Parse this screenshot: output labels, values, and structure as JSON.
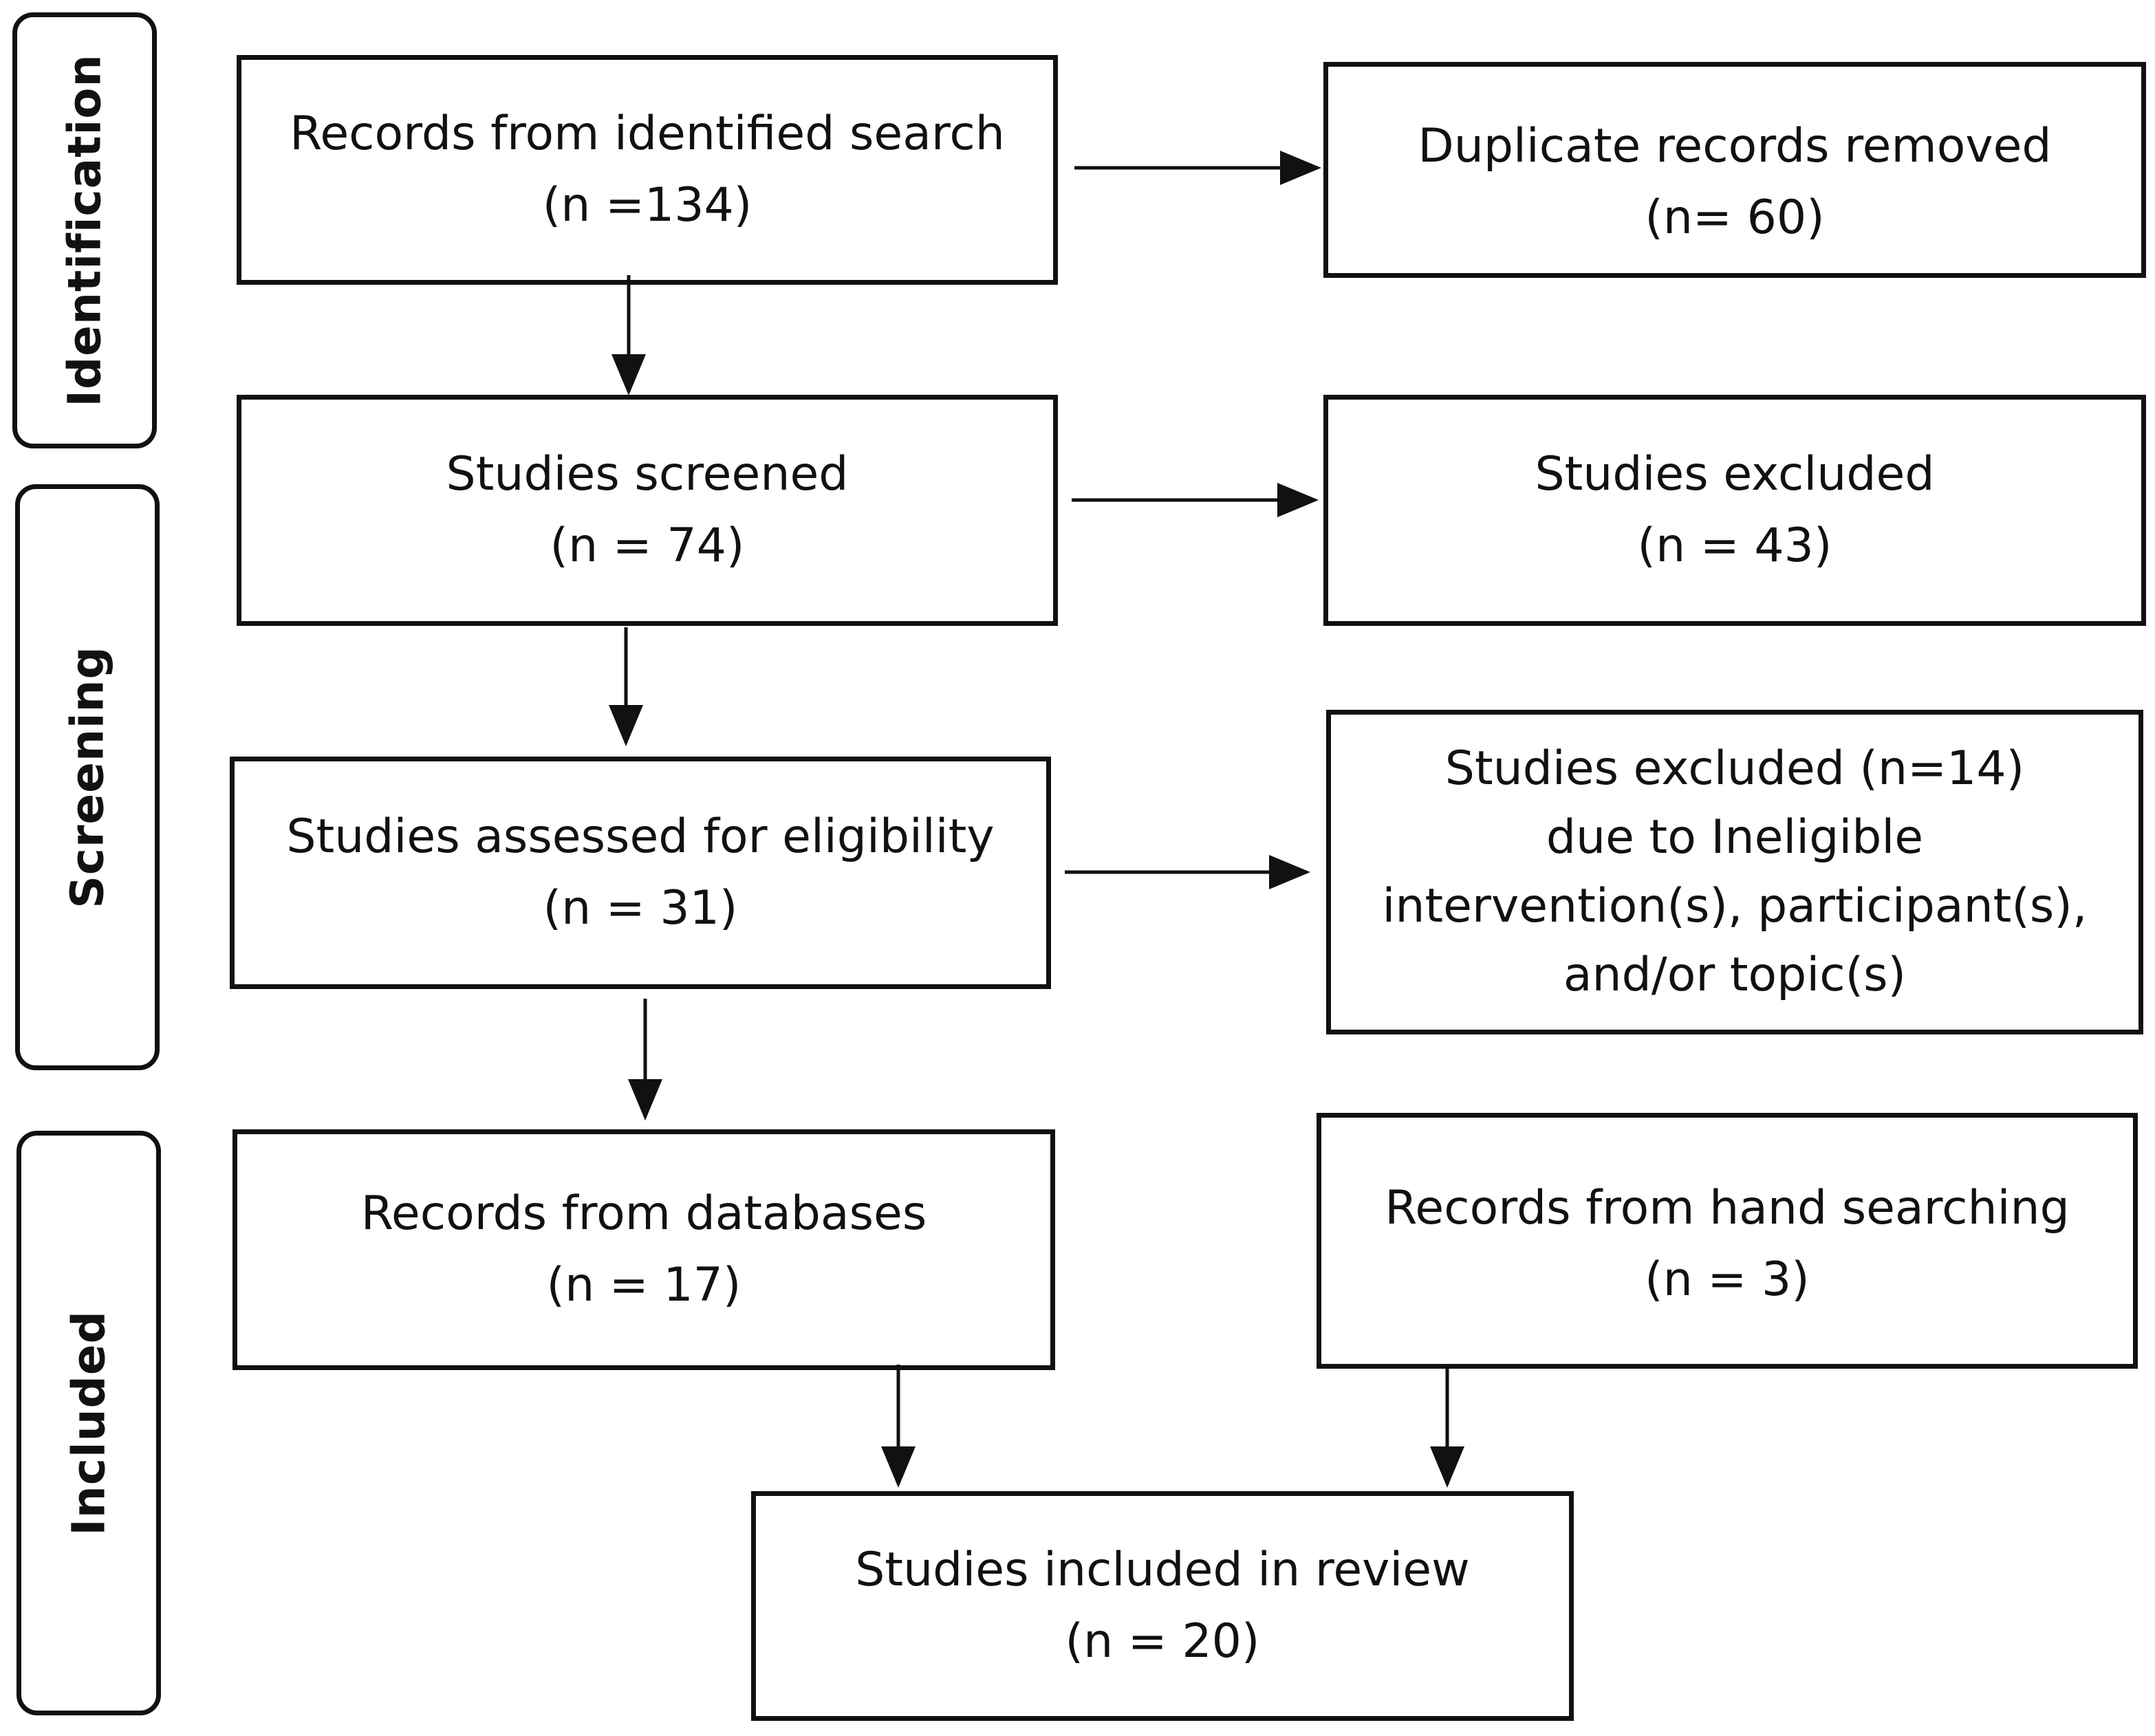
{
  "phases": {
    "identification": "Identification",
    "screening": "Screening",
    "included": "Included"
  },
  "boxes": {
    "records_identified": {
      "label": "Records from identified search",
      "count": "(n =134)"
    },
    "duplicates_removed": {
      "label": "Duplicate records removed",
      "count": "(n= 60)"
    },
    "studies_screened": {
      "label": "Studies screened",
      "count": "(n = 74)"
    },
    "studies_excluded": {
      "label": "Studies excluded",
      "count": "(n = 43)"
    },
    "assessed_eligibility": {
      "label": "Studies assessed for eligibility",
      "count": "(n = 31)"
    },
    "excluded_ineligible": {
      "line1": "Studies excluded (n=14)",
      "line2": "due to Ineligible",
      "line3": "intervention(s), participant(s),",
      "line4": "and/or topic(s)"
    },
    "records_databases": {
      "label": "Records from databases",
      "count": "(n = 17)"
    },
    "records_hand_searching": {
      "label": "Records from hand searching",
      "count": "(n = 3)"
    },
    "studies_included": {
      "label": "Studies included in review",
      "count": "(n = 20)"
    }
  }
}
